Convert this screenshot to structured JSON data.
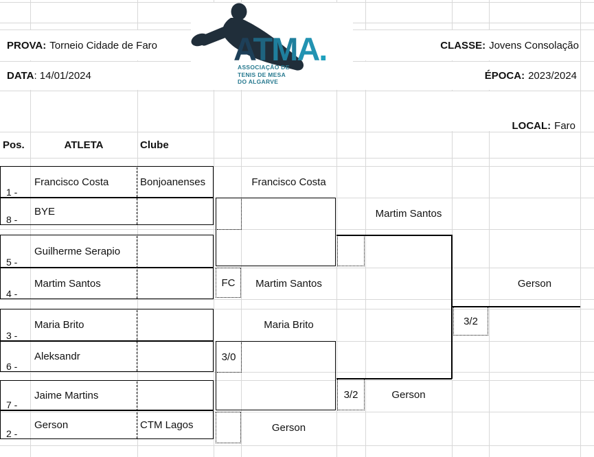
{
  "header": {
    "prova_label": "PROVA:",
    "prova_value": "Torneio Cidade de Faro",
    "data_label": "DATA",
    "data_value": ": 14/01/2024",
    "classe_label": "CLASSE:",
    "classe_value": "Jovens Consolação",
    "epoca_label": "ÉPOCA:",
    "epoca_value": "2023/2024",
    "local_label": "LOCAL:",
    "local_value": "Faro"
  },
  "logo": {
    "letters": [
      "A",
      "T",
      "M",
      "A"
    ],
    "dot": ".",
    "subtitle_lines": [
      "ASSOCIAÇÃO DE",
      "TENIS DE MESA",
      "DO ALGARVE"
    ]
  },
  "columns": {
    "pos": "Pos.",
    "atleta": "ATLETA",
    "clube": "Clube"
  },
  "round1": [
    {
      "pos": "1 -",
      "name": "Francisco Costa",
      "club": "Bonjoanenses"
    },
    {
      "pos": "8 -",
      "name": "BYE",
      "club": ""
    },
    {
      "pos": "5 -",
      "name": "Guilherme Serapio",
      "club": ""
    },
    {
      "pos": "4 -",
      "name": "Martim Santos",
      "club": ""
    },
    {
      "pos": "3 -",
      "name": "Maria Brito",
      "club": ""
    },
    {
      "pos": "6 -",
      "name": "Aleksandr",
      "club": ""
    },
    {
      "pos": "7 -",
      "name": "Jaime Martins",
      "club": ""
    },
    {
      "pos": "2 -",
      "name": "Gerson",
      "club": "CTM Lagos"
    }
  ],
  "round2": {
    "winner_qf1": "Francisco Costa",
    "winner_qf2": "Martim Santos",
    "winner_qf2_score": "FC",
    "winner_qf3": "Maria Brito",
    "winner_qf3_box_score": "3/0",
    "winner_qf4": "Gerson",
    "winner_qf4_score": "",
    "qf1_box_score": ""
  },
  "semifinals": {
    "winner_sf1": "Martim Santos",
    "sf1_score": "",
    "winner_sf2": "Gerson",
    "sf2_score": "3/2"
  },
  "final": {
    "winner": "Gerson",
    "score": "3/2"
  },
  "colors": {
    "grid": "#d8d8d8",
    "silhouette": "#202e3a",
    "wordmark_dark": "#1d3f58",
    "wordmark_teal": "#2293b2",
    "dot_teal": "#1fa0bd",
    "subtitle_teal": "#27798f"
  }
}
